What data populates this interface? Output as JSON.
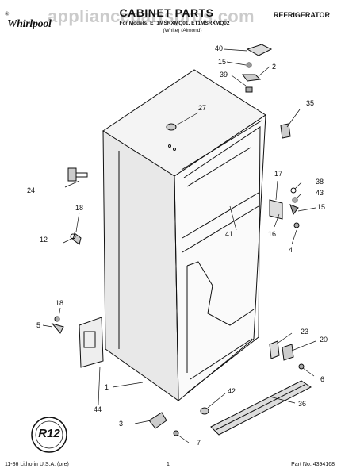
{
  "header": {
    "brand": "Whirlpool",
    "brand_tag": "®",
    "title": "CABINET PARTS",
    "subtitle": "For Models: ET1MSRXMQ01, ET1MSRXMQ02",
    "colors": "(White)          (Almond)",
    "category": "REFRIGERATOR",
    "watermark": "appliancepartspros.com"
  },
  "footer": {
    "litho": "11-86 Litho in U.S.A. (ore)",
    "page": "1",
    "part_no": "Part No. 4394168"
  },
  "badge": {
    "text": "R12"
  },
  "callouts": {
    "c40": "40",
    "c15a": "15",
    "c2": "2",
    "c39": "39",
    "c35": "35",
    "c27": "27",
    "c17": "17",
    "c38": "38",
    "c43": "43",
    "c15b": "15",
    "c24": "24",
    "c18a": "18",
    "c12": "12",
    "c16": "16",
    "c41": "41",
    "c4": "4",
    "c18b": "18",
    "c5": "5",
    "c23": "23",
    "c20": "20",
    "c6": "6",
    "c1": "1",
    "c44": "44",
    "c42": "42",
    "c36": "36",
    "c3": "3",
    "c7": "7"
  }
}
